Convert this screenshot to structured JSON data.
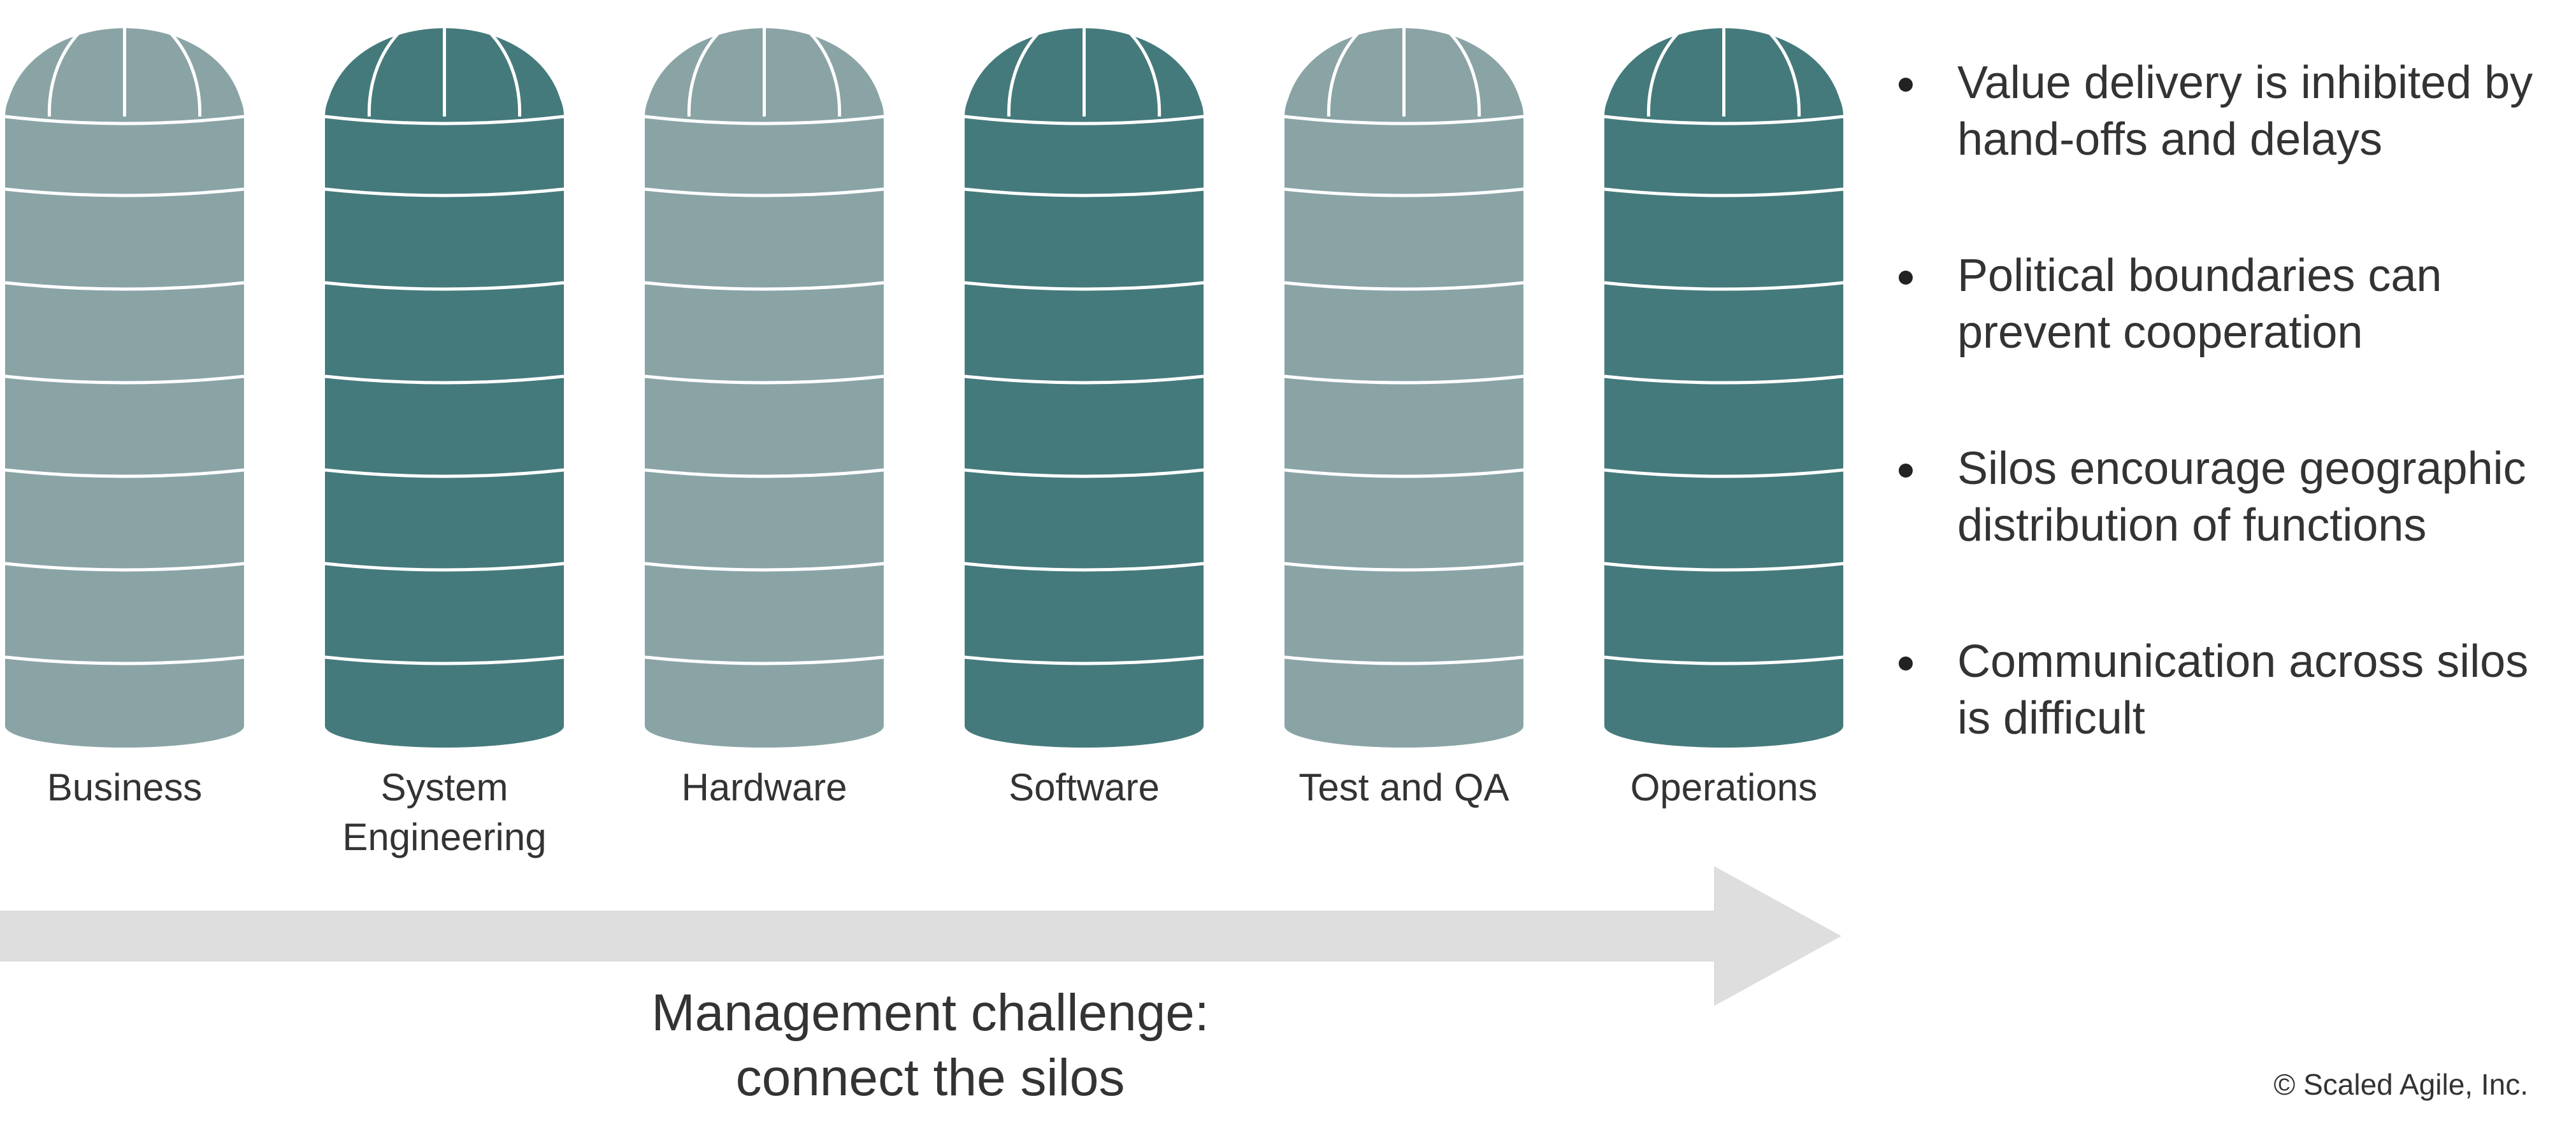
{
  "colors": {
    "silo_light": "#8aa4a6",
    "silo_dark": "#457a7c",
    "band_line": "#ffffff",
    "arrow": "#dedede",
    "text": "#333333"
  },
  "silos": [
    {
      "label": "Business",
      "tone": "light"
    },
    {
      "label": "System\nEngineering",
      "tone": "dark"
    },
    {
      "label": "Hardware",
      "tone": "light"
    },
    {
      "label": "Software",
      "tone": "dark"
    },
    {
      "label": "Test and QA",
      "tone": "light"
    },
    {
      "label": "Operations",
      "tone": "dark"
    }
  ],
  "bullets": [
    "Value delivery is inhibited by hand-offs and delays",
    "Political boundaries can prevent cooperation",
    "Silos encourage geographic distribution of functions",
    "Communication across silos is difficult"
  ],
  "challenge": "Management challenge:\nconnect the silos",
  "copyright": "© Scaled Agile, Inc."
}
